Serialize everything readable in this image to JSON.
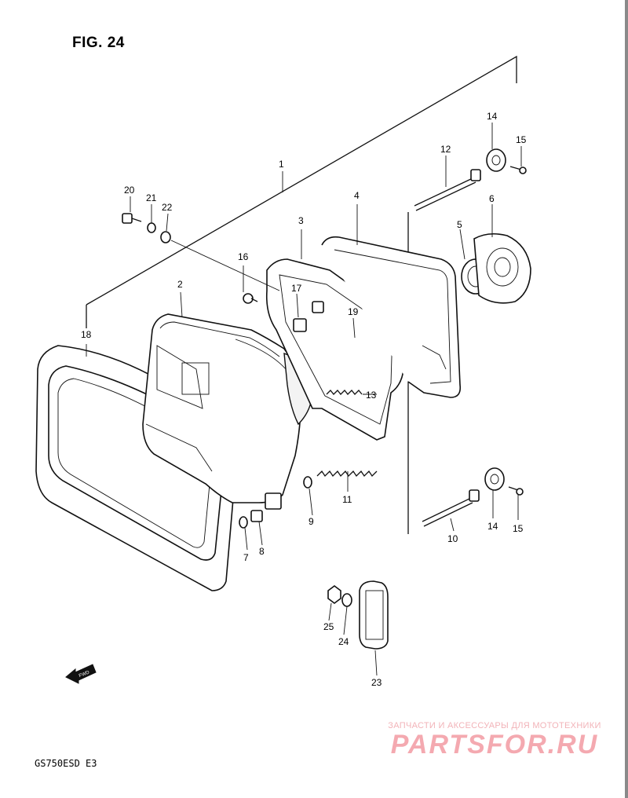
{
  "figure_title": "FIG. 24",
  "model_code": "GS750ESD  E3",
  "watermark": {
    "tagline": "ЗАПЧАСТИ И АКСЕССУАРЫ ДЛЯ МОТОТЕХНИКИ",
    "logo": "PARTSFOR.RU"
  },
  "fwd_label": "FWD",
  "callouts": [
    "1",
    "2",
    "3",
    "4",
    "5",
    "6",
    "7",
    "8",
    "9",
    "10",
    "11",
    "12",
    "13",
    "14",
    "14",
    "15",
    "15",
    "16",
    "17",
    "18",
    "19",
    "20",
    "21",
    "22",
    "23",
    "24",
    "25"
  ]
}
